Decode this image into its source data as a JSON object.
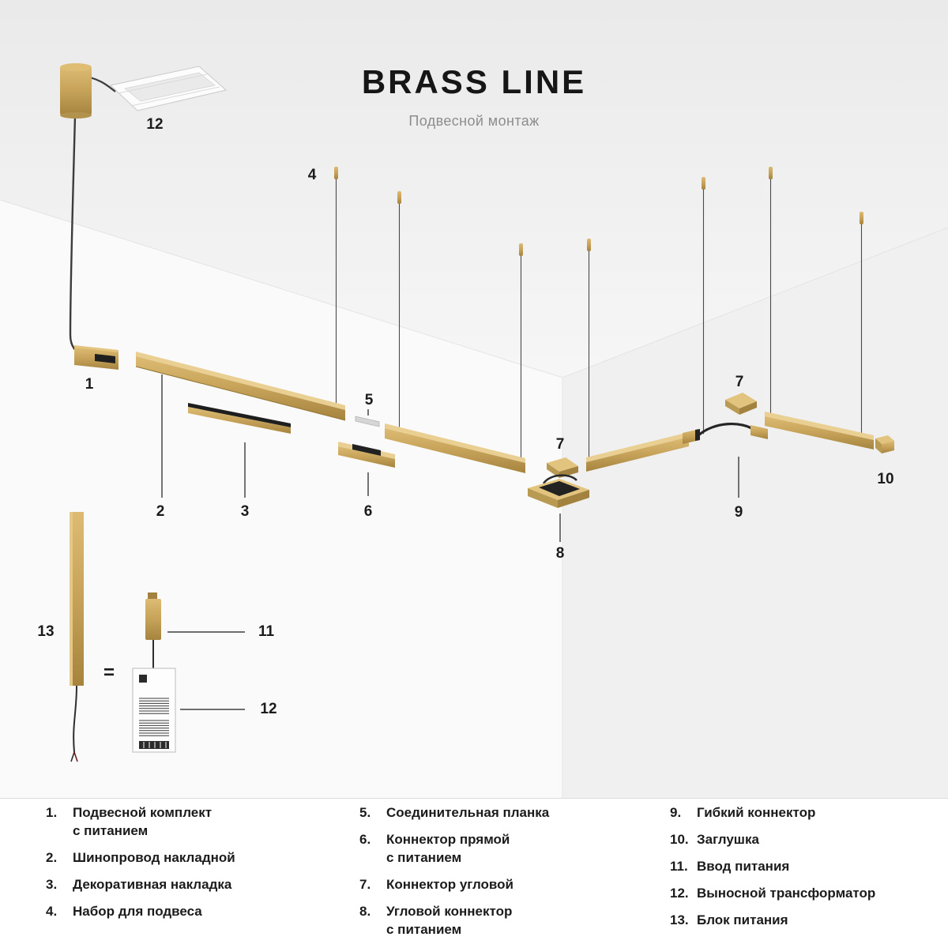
{
  "header": {
    "title": "BRASS LINE",
    "subtitle": "Подвесной монтаж"
  },
  "colors": {
    "brass": "#C9A55C",
    "brass_light": "#EACF92",
    "brass_dark": "#A6843E",
    "cable": "#3C3C3C",
    "text": "#1B1B1B",
    "subtitle": "#8D8D8D"
  },
  "diagram": {
    "equals": "=",
    "labels": {
      "canopy_profile": "12",
      "suspension_kit": "4",
      "power_feed": "1",
      "track": "2",
      "cover": "3",
      "plate": "5",
      "straight_connector": "6",
      "corner_connector_mid": "7",
      "corner_power_connector": "8",
      "corner_connector_right": "7",
      "flex_connector": "9",
      "end_cap": "10",
      "power_block": "13",
      "power_input": "11",
      "transformer": "12"
    },
    "icon_names": [
      "canopy-pendant-icon",
      "track-profile-icon",
      "suspension-cable-icon",
      "brass-track-icon",
      "corner-connector-icon",
      "flex-connector-icon",
      "end-cap-icon",
      "transformer-icon"
    ]
  },
  "legend": {
    "items": [
      {
        "num": "1.",
        "label": "Подвесной комплект\nс питанием"
      },
      {
        "num": "2.",
        "label": "Шинопровод накладной"
      },
      {
        "num": "3.",
        "label": "Декоративная накладка"
      },
      {
        "num": "4.",
        "label": "Набор для подвеса"
      },
      {
        "num": "5.",
        "label": "Соединительная планка"
      },
      {
        "num": "6.",
        "label": "Коннектор прямой\nс питанием"
      },
      {
        "num": "7.",
        "label": "Коннектор угловой"
      },
      {
        "num": "8.",
        "label": "Угловой коннектор\nс питанием"
      },
      {
        "num": "9.",
        "label": "Гибкий коннектор"
      },
      {
        "num": "10.",
        "label": "Заглушка"
      },
      {
        "num": "11.",
        "label": "Ввод питания"
      },
      {
        "num": "12.",
        "label": "Выносной трансформатор"
      },
      {
        "num": "13.",
        "label": "Блок питания"
      }
    ]
  }
}
